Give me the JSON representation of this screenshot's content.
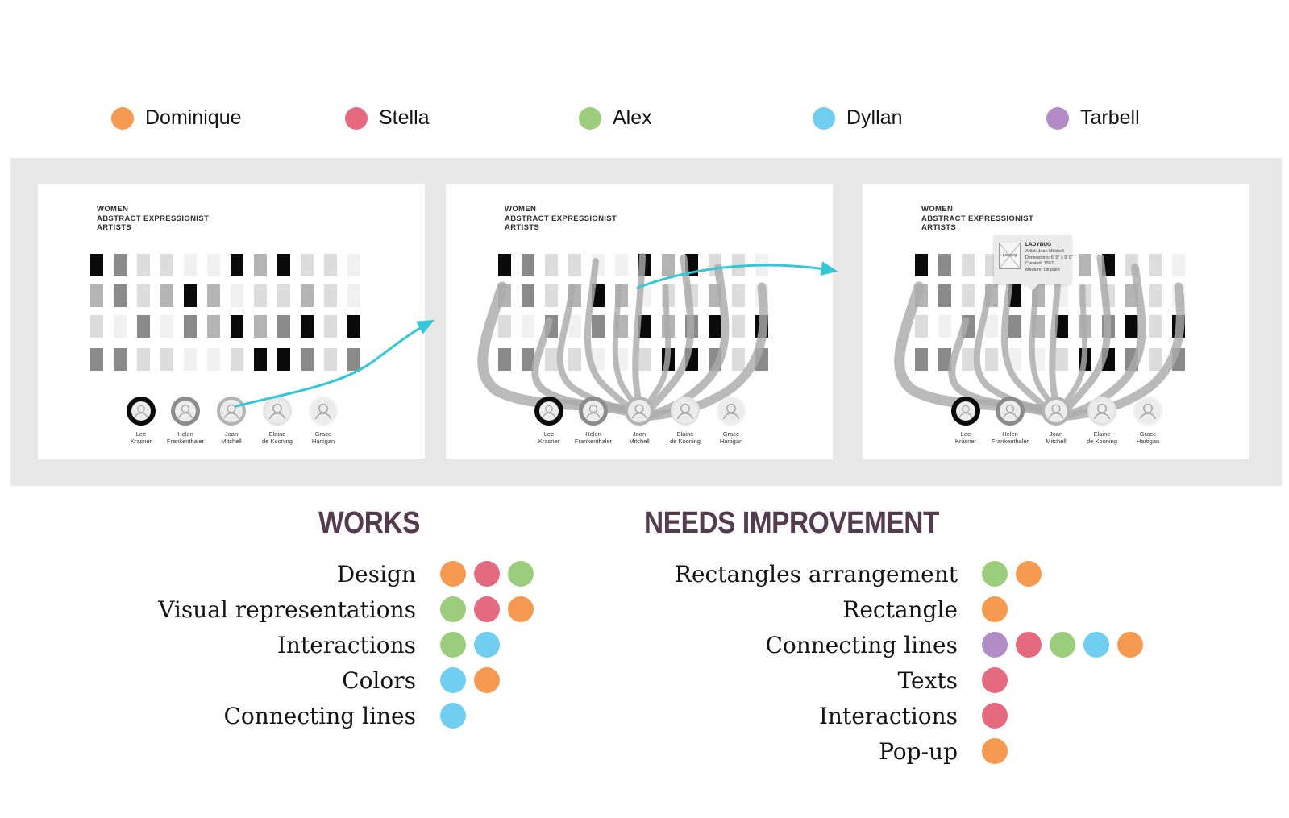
{
  "legend": {
    "members": [
      {
        "name": "Dominique",
        "color_key": "orange"
      },
      {
        "name": "Stella",
        "color_key": "pink"
      },
      {
        "name": "Alex",
        "color_key": "green"
      },
      {
        "name": "Dyllan",
        "color_key": "blue"
      },
      {
        "name": "Tarbell",
        "color_key": "purple"
      }
    ]
  },
  "palette": {
    "orange": "#f59a50",
    "pink": "#e56a7f",
    "green": "#9ccd7d",
    "blue": "#70cff0",
    "purple": "#b28bc7",
    "heading": "#543c4e",
    "arrow": "#35c6d8",
    "band_bg": "#e9e8e9",
    "strand": "#ababab"
  },
  "wireframe": {
    "title_lines": [
      "WOMEN",
      "ABSTRACT EXPRESSIONIST",
      "ARTISTS"
    ],
    "shade_colors": {
      "k": "#0a0a0a",
      "d": "#8a8a8a",
      "m": "#b4b4b4",
      "l": "#dcdcdc",
      "x": "#f1f1f1"
    },
    "grid_shades": [
      "kdllxxkmkllx",
      "mdlmkmxllmlx",
      "lxdxdmkmdklk",
      "ddllxxlkkdld"
    ],
    "artists": [
      {
        "name_lines": [
          "Lee",
          "Krasner"
        ],
        "ring": "#0a0a0a",
        "ring_width": 6
      },
      {
        "name_lines": [
          "Helen",
          "Frankenthaler"
        ],
        "ring": "#8c8c8c",
        "ring_width": 5
      },
      {
        "name_lines": [
          "Joan",
          "Mitchell"
        ],
        "ring": "#b3b3b3",
        "ring_width": 4
      },
      {
        "name_lines": [
          "Elaine",
          "de Kooning"
        ],
        "ring": "#e3e3e3",
        "ring_width": 3
      },
      {
        "name_lines": [
          "Grace",
          "Hartigan"
        ],
        "ring": "#f0f0f0",
        "ring_width": 3
      }
    ],
    "panels": [
      {
        "id": 1,
        "flows": false,
        "popup": false
      },
      {
        "id": 2,
        "flows": true,
        "popup": false
      },
      {
        "id": 3,
        "flows": true,
        "popup": true
      }
    ],
    "popup": {
      "title": "LADYBUG",
      "thumb_label": "painting",
      "lines": [
        "Artist: Joan Mitchell",
        "Dimensions: 6' 5\" x 9' 0\"",
        "Created: 1957",
        "Medium: Oil paint"
      ]
    }
  },
  "feedback": {
    "works": {
      "title": "WORKS",
      "items": [
        {
          "label": "Design",
          "votes": [
            "orange",
            "pink",
            "green"
          ]
        },
        {
          "label": "Visual representations",
          "votes": [
            "green",
            "pink",
            "orange"
          ]
        },
        {
          "label": "Interactions",
          "votes": [
            "green",
            "blue"
          ]
        },
        {
          "label": "Colors",
          "votes": [
            "blue",
            "orange"
          ]
        },
        {
          "label": "Connecting lines",
          "votes": [
            "blue"
          ]
        }
      ]
    },
    "needs_improvement": {
      "title": "NEEDS IMPROVEMENT",
      "items": [
        {
          "label": "Rectangles arrangement",
          "votes": [
            "green",
            "orange"
          ]
        },
        {
          "label": "Rectangle",
          "votes": [
            "orange"
          ]
        },
        {
          "label": "Connecting lines",
          "votes": [
            "purple",
            "pink",
            "green",
            "blue",
            "orange"
          ]
        },
        {
          "label": "Texts",
          "votes": [
            "pink"
          ]
        },
        {
          "label": "Interactions",
          "votes": [
            "pink"
          ]
        },
        {
          "label": "Pop-up",
          "votes": [
            "orange"
          ]
        }
      ]
    }
  }
}
